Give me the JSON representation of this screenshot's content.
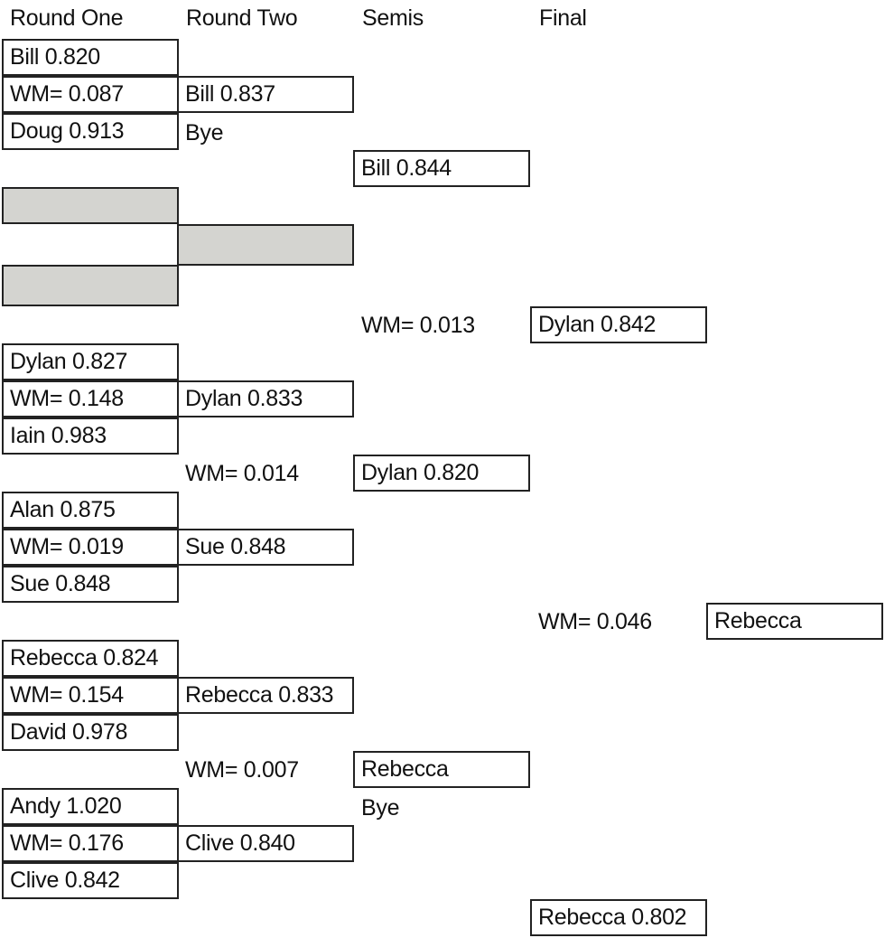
{
  "headers": {
    "round_one": "Round One",
    "round_two": "Round Two",
    "semis": "Semis",
    "final": "Final"
  },
  "colors": {
    "placeholder_fill": "#d4d4d0",
    "border": "#222222"
  },
  "round_one": {
    "m1_top": "Bill 0.820",
    "m1_wm": "WM= 0.087",
    "m1_bottom": "Doug 0.913",
    "m3_top": "Dylan 0.827",
    "m3_wm": "WM= 0.148",
    "m3_bottom": "Iain 0.983",
    "m4_top": "Alan 0.875",
    "m4_wm": "WM= 0.019",
    "m4_bottom": "Sue 0.848",
    "m5_top": "Rebecca 0.824",
    "m5_wm": "WM= 0.154",
    "m5_bottom": "David 0.978",
    "m6_top": "Andy 1.020",
    "m6_wm": "WM= 0.176",
    "m6_bottom": "Clive 0.842"
  },
  "round_two": {
    "bill": "Bill 0.837",
    "bye": "Bye",
    "dylan": "Dylan 0.833",
    "wm_a": "WM= 0.014",
    "sue": "Sue 0.848",
    "rebecca": "Rebecca 0.833",
    "wm_b": "WM= 0.007",
    "clive": "Clive 0.840"
  },
  "semis": {
    "bill": "Bill 0.844",
    "wm": "WM= 0.013",
    "dylan": "Dylan 0.820",
    "rebecca": "Rebecca",
    "bye": "Bye"
  },
  "final": {
    "dylan": "Dylan 0.842",
    "wm": "WM= 0.046",
    "winner": "Rebecca",
    "rebecca": "Rebecca 0.802"
  }
}
